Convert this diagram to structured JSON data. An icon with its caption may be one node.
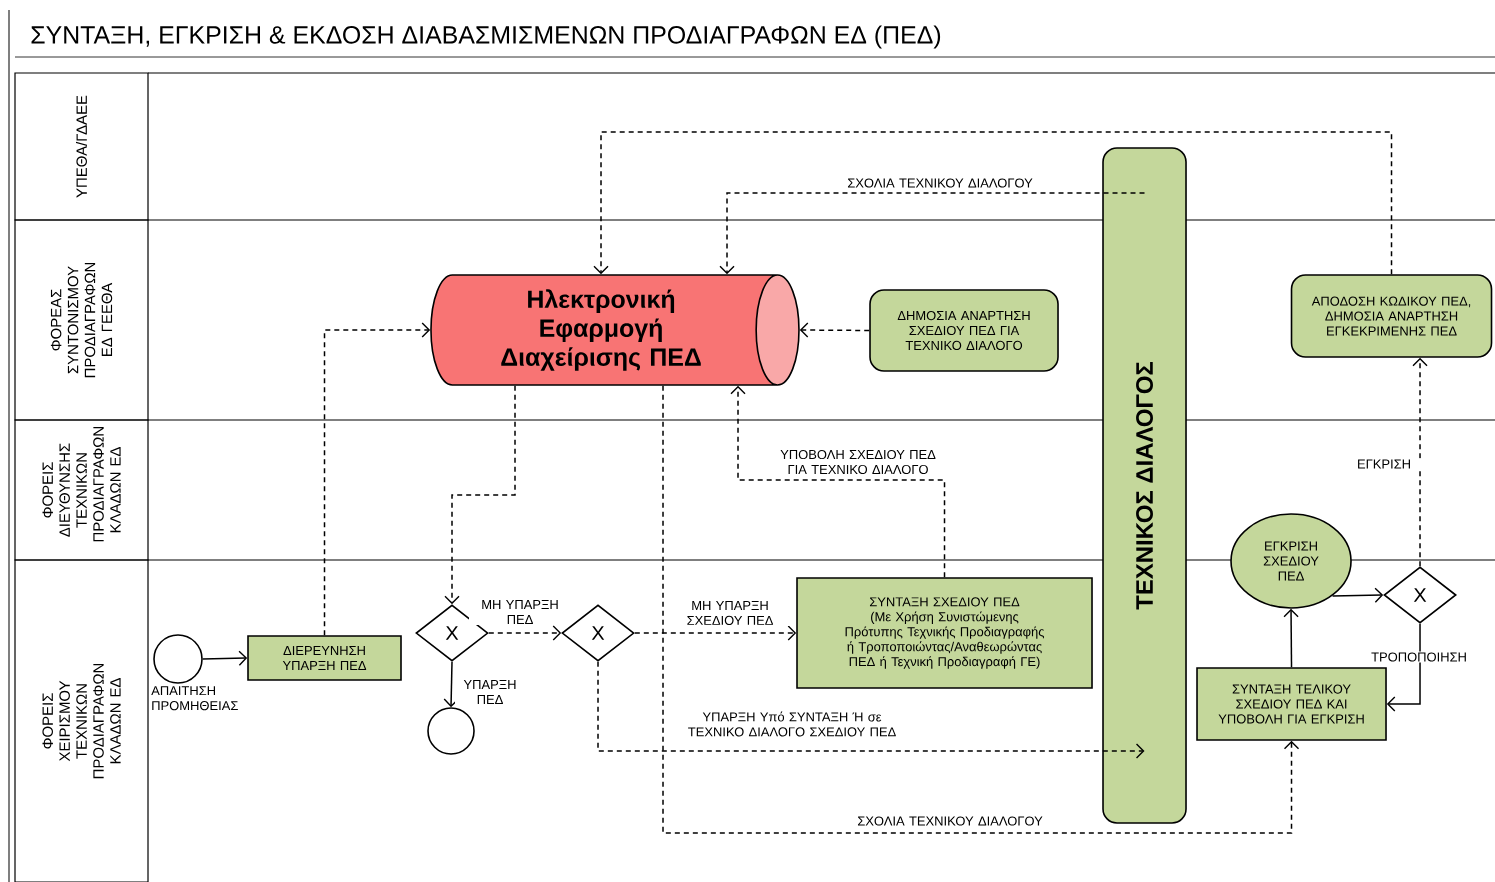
{
  "diagram": {
    "title": "ΣΥΝΤΑΞΗ, ΕΓΚΡΙΣΗ & ΕΚΔΟΣΗ ΔΙΑΒΑΣΜΙΣΜΕΝΩΝ ΠΡΟΔΙΑΓΡΑΦΩΝ ΕΔ (ΠΕΔ)",
    "nodes": [
      {
        "text": [
          "ΥΠΕΘΑ/ΓΔΑΕΕ"
        ]
      },
      {
        "text": [
          "ΦΟΡΕΑΣ ΣΥΝΤΟΝΙΣΜΟΥ ΠΡΟΔΙΑΓΡΑΦΩΝ ΕΔ ΓΕΕΘΑ"
        ]
      },
      {
        "text": [
          "ΦΟΡΕΙΣ ΔΙΕΥΘΥΝΣΗΣ ΤΕΧΝΙΚΩΝ ΠΡΟΔΙΑΓΡΑΦΩΝ ΚΛΑΔΩΝ ΕΔ"
        ]
      },
      {
        "text": [
          "ΦΟΡΕΙΣ ΧΕΙΡΙΣΜΟΥ ΤΕΧΝΙΚΩΝ ΠΡΟΔΙΑΓΡΑΦΩΝ ΚΛΑΔΩΝ ΕΔ"
        ]
      },
      {
        "text": [
          "Ηλεκτρονική Εφαρμογή Διαχείρισης ΠΕΔ"
        ]
      },
      {
        "text": [
          "ΔΗΜΟΣΙΑ ΑΝΑΡΤΗΣΗ ΣΧΕΔΙΟΥ ΠΕΔ ΓΙΑ ΤΕΧΝΙΚΟ ΔΙΑΛΟΓΟ"
        ]
      },
      {
        "text": [
          "ΤΕΧΝΙΚΟΣ ΔΙΑΛΟΓΟΣ"
        ]
      },
      {
        "text": [
          "ΑΠΟΔΟΣΗ ΚΩΔΙΚΟΥ ΠΕΔ, ΔΗΜΟΣΙΑ ΑΝΑΡΤΗΣΗ ΕΓΚΕΚΡΙΜΕΝΗΣ ΠΕΔ"
        ]
      },
      {
        "text": [],
        "shape": "circle",
        "beside": [
          "ΑΠΑΙΤΗΣΗ ΠΡΟΜΗΘΕΙΑΣ"
        ]
      },
      {
        "text": [
          "ΔΙΕΡΕΥΝΗΣΗ ΥΠΑΡΞΗ ΠΕΔ"
        ]
      },
      {
        "text": [
          "X"
        ]
      },
      {
        "text": [],
        "shape": "circle"
      },
      {
        "text": [
          "X"
        ]
      },
      {
        "text": [
          "ΣΥΝΤΑΞΗ ΣΧΕΔΙΟΥ ΠΕΔ",
          "(Με Χρήση Συνιστώμενης Πρότυπης Τεχνικής Προδιαγραφής ή Τροποποιώντας/Αναθεωρώντας ΠΕΔ ή Τεχνική Προδιαγραφή ΓΕ)"
        ]
      },
      {
        "text": [
          "ΕΓΚΡΙΣΗ ΣΧΕΔΙΟΥ ΠΕΔ"
        ]
      },
      {
        "text": [
          "X"
        ]
      },
      {
        "text": [
          "ΣΥΝΤΑΞΗ ΤΕΛΙΚΟΥ ΣΧΕΔΙΟΥ ΠΕΔ ΚΑΙ ΥΠΟΒΟΛΗ ΓΙΑ ΕΓΚΡΙΣΗ"
        ]
      }
    ],
    "edges": [
      {
        "from": 8,
        "to": 9,
        "arrow": "to"
      },
      {
        "from": 9,
        "to": 4,
        "arrow": "to",
        "style": "dashed"
      },
      {
        "from": 4,
        "to": 10,
        "arrow": "to",
        "style": "dashed"
      },
      {
        "from": 10,
        "to": 12,
        "arrow": "to",
        "style": "dashed",
        "label": "ΜΗ ΥΠΑΡΞΗ ΠΕΔ"
      },
      {
        "from": 10,
        "to": 11,
        "arrow": "to",
        "label": "ΥΠΑΡΞΗ ΠΕΔ"
      },
      {
        "from": 12,
        "to": 13,
        "arrow": "to",
        "style": "dashed",
        "label": "ΜΗ ΥΠΑΡΞΗ ΣΧΕΔΙΟΥ ΠΕΔ"
      },
      {
        "from": 12,
        "to": 6,
        "arrow": "to",
        "style": "dashed",
        "label": "ΥΠΑΡΞΗ Υπό ΣΥΝΤΑΞΗ Ή σε ΤΕΧΝΙΚΟ ΔΙΑΛΟΓΟ ΣΧΕΔΙΟΥ ΠΕΔ"
      },
      {
        "from": 13,
        "to": 4,
        "arrow": "to",
        "style": "dashed",
        "label": "ΥΠΟΒΟΛΗ ΣΧΕΔΙΟΥ ΠΕΔ ΓΙΑ ΤΕΧΝΙΚΟ ΔΙΑΛΟΓΟ"
      },
      {
        "from": 5,
        "to": 4,
        "arrow": "to",
        "style": "dashed"
      },
      {
        "from": 6,
        "to": 4,
        "arrow": "to",
        "style": "dashed",
        "label": "ΣΧΟΛΙΑ ΤΕΧΝΙΚΟΥ ΔΙΑΛΟΓΟΥ"
      },
      {
        "from": 7,
        "to": 4,
        "arrow": "to",
        "style": "dashed"
      },
      {
        "from": 4,
        "to": 16,
        "arrow": "to",
        "style": "dashed",
        "label": "ΣΧΟΛΙΑ ΤΕΧΝΙΚΟΥ ΔΙΑΛΟΓΟΥ"
      },
      {
        "from": 16,
        "to": 14,
        "arrow": "to"
      },
      {
        "from": 14,
        "to": 15,
        "arrow": "to"
      },
      {
        "from": 15,
        "to": 16,
        "arrow": "to",
        "label": "ΤΡΟΠΟΠΟΙΗΣΗ"
      },
      {
        "from": 15,
        "to": 7,
        "arrow": "to",
        "style": "dashed",
        "label": "ΕΓΚΡΙΣΗ"
      }
    ]
  }
}
